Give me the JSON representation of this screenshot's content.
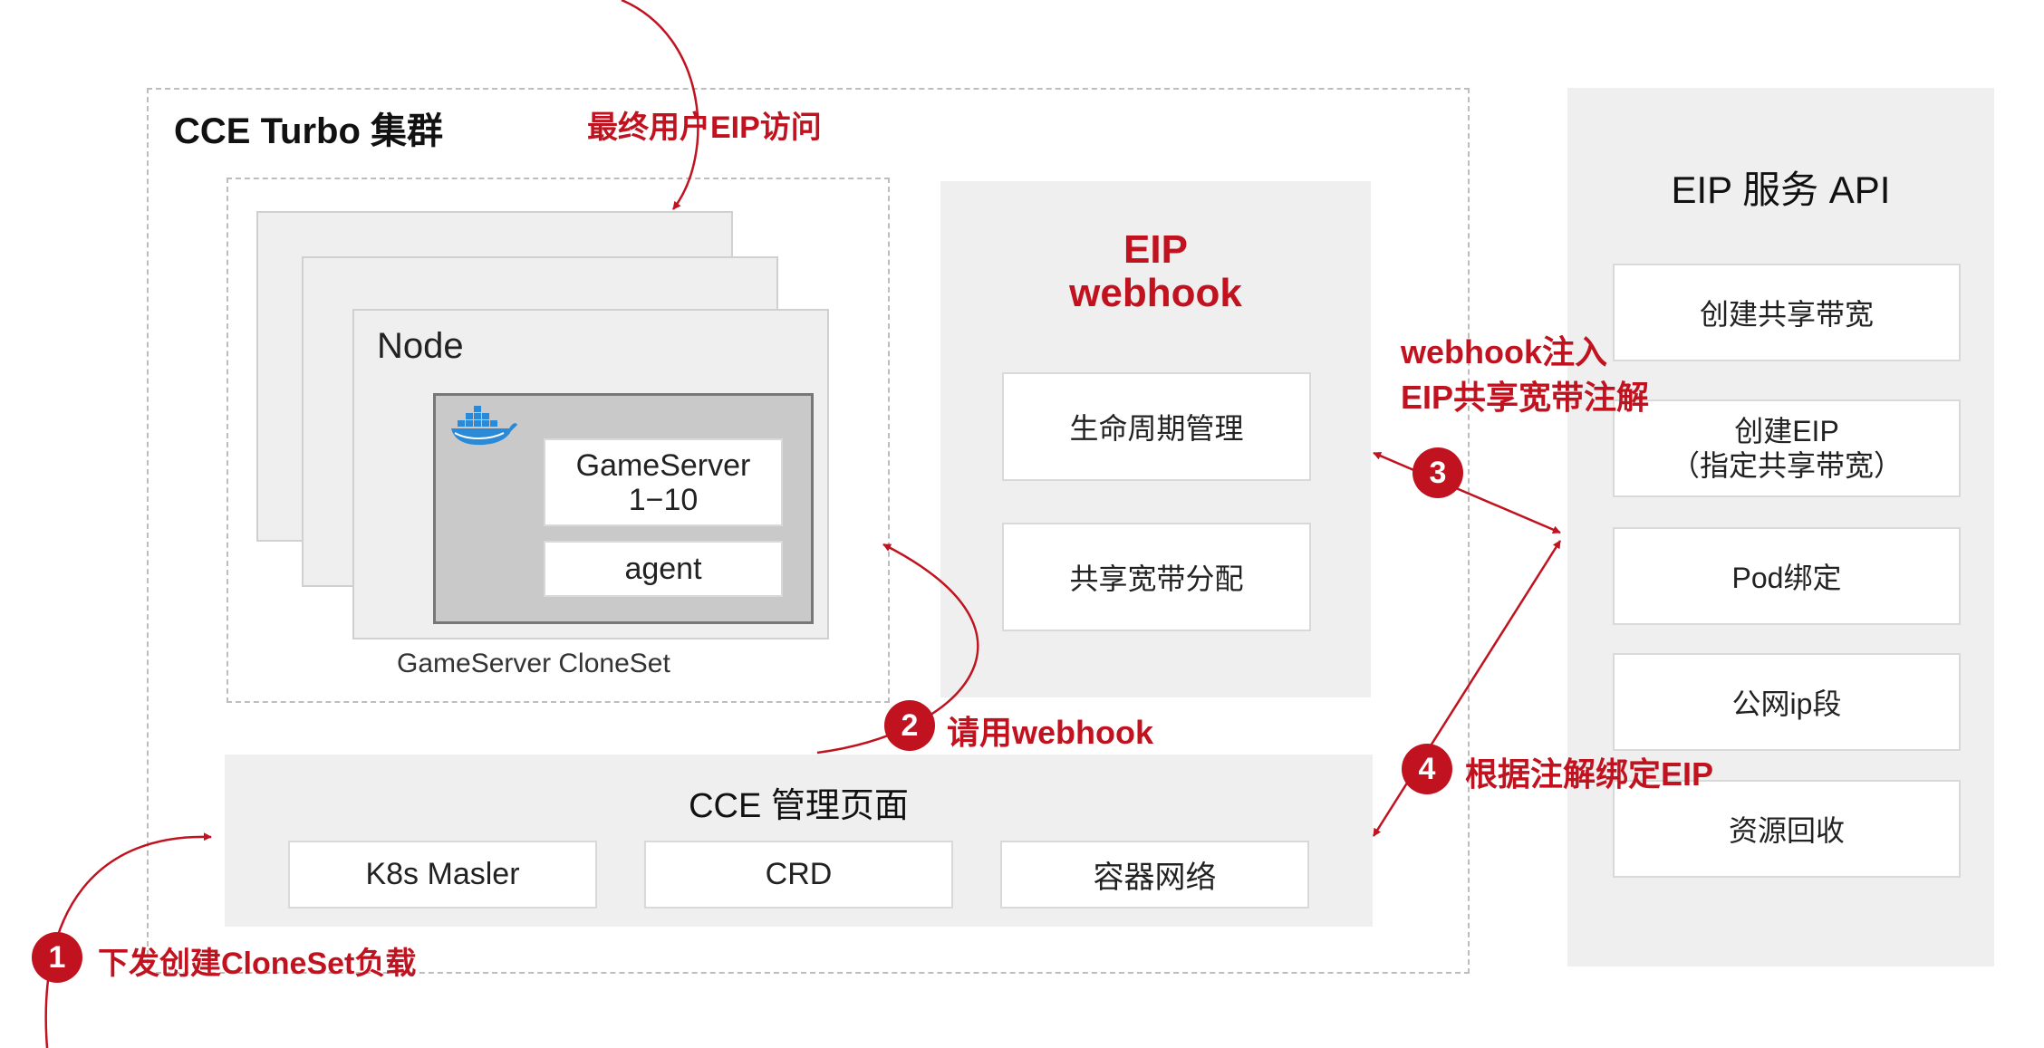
{
  "cluster": {
    "title": "CCE Turbo 集群"
  },
  "nodes": {
    "node_label": "Node",
    "gameserver_line1": "GameServer",
    "gameserver_line2": "1−10",
    "agent_label": "agent",
    "cloneset_label": "GameServer CloneSet"
  },
  "webhook": {
    "title_line1": "EIP",
    "title_line2": "webhook",
    "items": [
      "生命周期管理",
      "共享宽带分配"
    ]
  },
  "cce_console": {
    "title": "CCE 管理页面",
    "items": [
      "K8s Masler",
      "CRD",
      "容器网络"
    ]
  },
  "eip_api": {
    "title": "EIP 服务 API",
    "items": [
      "创建共享带宽",
      "创建EIP",
      "（指定共享带宽）",
      "Pod绑定",
      "公网ip段",
      "资源回收"
    ]
  },
  "annotations": {
    "end_user_access": "最终用户EIP访问",
    "step1_badge": "1",
    "step1_text": "下发创建CloneSet负载",
    "step2_badge": "2",
    "step2_text": "请用webhook",
    "step3_badge": "3",
    "step3_text_line1": "webhook注入",
    "step3_text_line2": "EIP共享宽带注解",
    "step4_badge": "4",
    "step4_text": "根据注解绑定EIP"
  },
  "colors": {
    "accent_red": "#c1121f",
    "panel_gray": "#efefef",
    "dashed_border": "#bdbdbd",
    "container_gray": "#c9c9c9",
    "docker_blue": "#2a8ad8"
  },
  "icons": {
    "container_logo": "docker-whale-icon"
  }
}
